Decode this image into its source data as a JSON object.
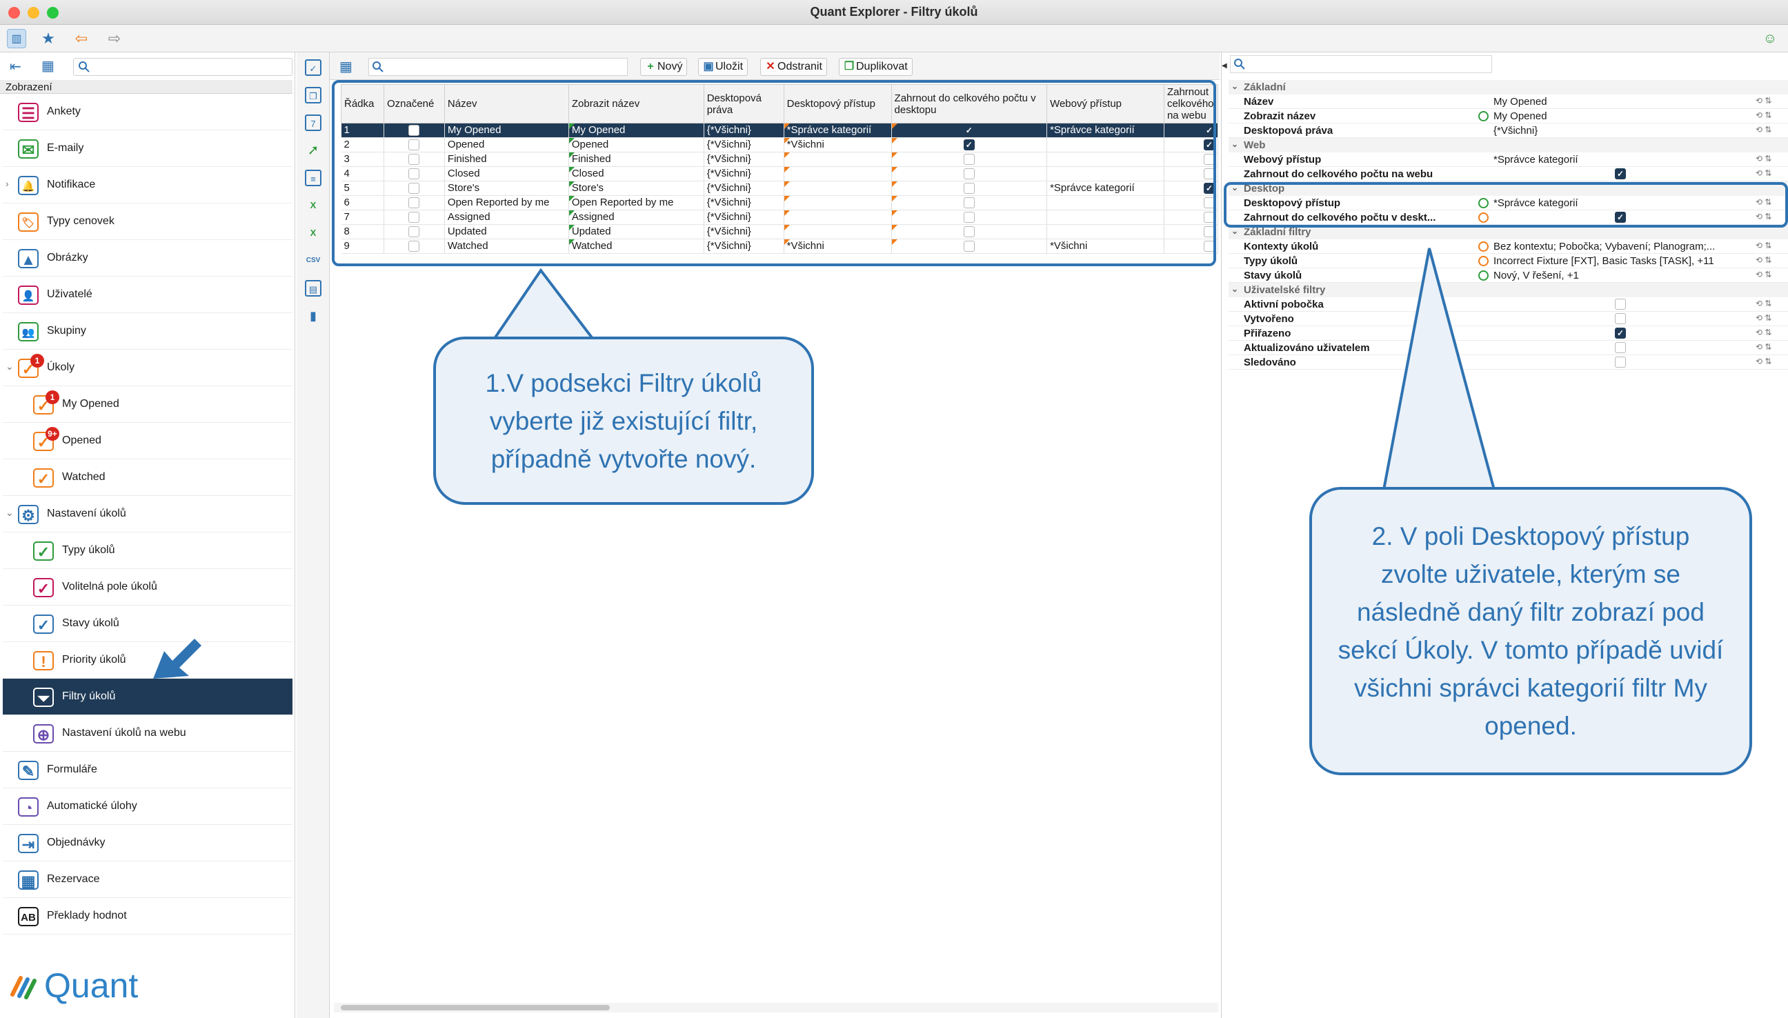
{
  "window": {
    "title": "Quant Explorer - Filtry úkolů"
  },
  "left": {
    "section_label": "Zobrazení",
    "logo_text": "Quant",
    "items": [
      {
        "label": "Ankety"
      },
      {
        "label": "E-maily"
      },
      {
        "label": "Notifikace"
      },
      {
        "label": "Typy cenovek"
      },
      {
        "label": "Obrázky"
      },
      {
        "label": "Uživatelé"
      },
      {
        "label": "Skupiny"
      },
      {
        "label": "Úkoly",
        "badge": "1"
      },
      {
        "label": "My Opened",
        "badge": "1"
      },
      {
        "label": "Opened",
        "badge": "9+"
      },
      {
        "label": "Watched"
      },
      {
        "label": "Nastavení úkolů"
      },
      {
        "label": "Typy úkolů"
      },
      {
        "label": "Volitelná pole úkolů"
      },
      {
        "label": "Stavy úkolů"
      },
      {
        "label": "Priority úkolů"
      },
      {
        "label": "Filtry úkolů"
      },
      {
        "label": "Nastavení úkolů na webu"
      },
      {
        "label": "Formuláře"
      },
      {
        "label": "Automatické úlohy"
      },
      {
        "label": "Objednávky"
      },
      {
        "label": "Rezervace"
      },
      {
        "label": "Překlady hodnot"
      }
    ]
  },
  "center": {
    "buttons": {
      "new": "Nový",
      "save": "Uložit",
      "delete": "Odstranit",
      "duplicate": "Duplikovat"
    },
    "columns": [
      "Řádka",
      "Označené",
      "Název",
      "Zobrazit název",
      "Desktopová práva",
      "Desktopový přístup",
      "Zahrnout do celkového počtu v desktopu",
      "Webový přístup",
      "Zahrnout celkového na webu"
    ],
    "rows": [
      {
        "n": "1",
        "name": "My Opened",
        "disp": "My Opened",
        "rights": "{*Všichni}",
        "dacc": "*Správce kategorií",
        "incd": true,
        "wacc": "*Správce kategorií",
        "incw": true
      },
      {
        "n": "2",
        "name": "Opened",
        "disp": "Opened",
        "rights": "{*Všichni}",
        "dacc": "*Všichni",
        "incd": true,
        "wacc": "",
        "incw": true
      },
      {
        "n": "3",
        "name": "Finished",
        "disp": "Finished",
        "rights": "{*Všichni}",
        "dacc": "",
        "incd": false,
        "wacc": "",
        "incw": false
      },
      {
        "n": "4",
        "name": "Closed",
        "disp": "Closed",
        "rights": "{*Všichni}",
        "dacc": "",
        "incd": false,
        "wacc": "",
        "incw": false
      },
      {
        "n": "5",
        "name": "Store's",
        "disp": "Store's",
        "rights": "{*Všichni}",
        "dacc": "",
        "incd": false,
        "wacc": "*Správce kategorií",
        "incw": true
      },
      {
        "n": "6",
        "name": "Open Reported by me",
        "disp": "Open Reported by me",
        "rights": "{*Všichni}",
        "dacc": "",
        "incd": false,
        "wacc": "",
        "incw": false
      },
      {
        "n": "7",
        "name": "Assigned",
        "disp": "Assigned",
        "rights": "{*Všichni}",
        "dacc": "",
        "incd": false,
        "wacc": "",
        "incw": false
      },
      {
        "n": "8",
        "name": "Updated",
        "disp": "Updated",
        "rights": "{*Všichni}",
        "dacc": "",
        "incd": false,
        "wacc": "",
        "incw": false
      },
      {
        "n": "9",
        "name": "Watched",
        "disp": "Watched",
        "rights": "{*Všichni}",
        "dacc": "*Všichni",
        "incd": false,
        "wacc": "*Všichni",
        "incw": false
      }
    ]
  },
  "props": {
    "sections": {
      "basic": "Základní",
      "web": "Web",
      "desktop": "Desktop",
      "basic_filters": "Základní filtry",
      "user_filters": "Uživatelské filtry"
    },
    "basic": [
      {
        "k": "Název",
        "v": "My Opened"
      },
      {
        "k": "Zobrazit název",
        "v": "My Opened"
      },
      {
        "k": "Desktopová práva",
        "v": "{*Všichni}"
      }
    ],
    "web": [
      {
        "k": "Webový přístup",
        "v": "*Správce kategorií"
      },
      {
        "k": "Zahrnout do celkového počtu na webu",
        "v": ""
      }
    ],
    "desktop": [
      {
        "k": "Desktopový přístup",
        "v": "*Správce kategorií"
      },
      {
        "k": "Zahrnout do celkového počtu v deskt...",
        "v": ""
      }
    ],
    "basic_filters": [
      {
        "k": "Kontexty úkolů",
        "v": "Bez kontextu; Pobočka; Vybavení; Planogram;..."
      },
      {
        "k": "Typy úkolů",
        "v": "Incorrect Fixture [FXT], Basic Tasks [TASK], +11"
      },
      {
        "k": "Stavy úkolů",
        "v": "Nový, V řešení, +1"
      }
    ],
    "user_filters": [
      {
        "k": "Aktivní pobočka"
      },
      {
        "k": "Vytvořeno"
      },
      {
        "k": "Přiřazeno"
      },
      {
        "k": "Aktualizováno uživatelem"
      },
      {
        "k": "Sledováno"
      }
    ]
  },
  "callouts": {
    "c1": "1.V podsekci Filtry úkolů vyberte již existující filtr, případně vytvořte nový.",
    "c2": "2. V poli Desktopový přístup zvolte uživatele, kterým se následně daný filtr zobrazí pod sekcí Úkoly. V tomto případě uvidí všichni správci kategorií filtr My opened."
  },
  "colors": {
    "accent": "#2f73b2",
    "selection": "#1f3a56",
    "badge": "#d9251d"
  }
}
